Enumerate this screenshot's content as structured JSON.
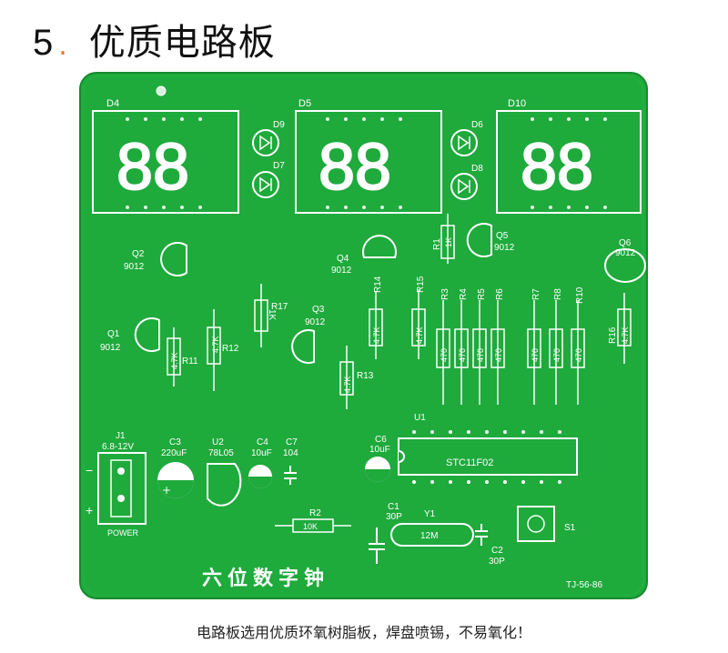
{
  "heading": {
    "number": "5",
    "title": "优质电路板"
  },
  "board": {
    "name_text": "六位数字钟",
    "version_text": "TJ-56-86",
    "colors": {
      "pcb": "#1faa3c",
      "pcb_edge": "#168a2e",
      "silk": "#ffffff",
      "pad": "#ffffff"
    },
    "displays": [
      {
        "ref": "D4",
        "digits": "88"
      },
      {
        "ref": "D5",
        "digits": "88"
      },
      {
        "ref": "D10",
        "digits": "88"
      }
    ],
    "leds": [
      "D9",
      "D7",
      "D6",
      "D8"
    ],
    "transistors": [
      {
        "ref": "Q1",
        "model": "9012"
      },
      {
        "ref": "Q2",
        "model": "9012"
      },
      {
        "ref": "Q3",
        "model": "9012"
      },
      {
        "ref": "Q4",
        "model": "9012"
      },
      {
        "ref": "Q5",
        "model": "9012"
      },
      {
        "ref": "Q6",
        "model": "9012"
      }
    ],
    "resistors": {
      "R1": "1K",
      "R2": "10K",
      "R11": "4.7K",
      "R12": "4.7K",
      "R13": "4.7K",
      "R14": "4.7K",
      "R15": "4.7K",
      "R16": "4.7K",
      "R17": "1K",
      "R3": "470",
      "R4": "470",
      "R5": "470",
      "R6": "470",
      "R7": "470",
      "R8": "470",
      "R10": "470"
    },
    "power": {
      "ref": "J1",
      "voltage": "6.8-12V",
      "label": "POWER"
    },
    "caps": {
      "C3": "220uF",
      "C4": "10uF",
      "C6": "10uF",
      "C7": "104",
      "C1": "30P",
      "C2": "30P"
    },
    "u2": {
      "ref": "U2",
      "model": "78L05"
    },
    "u1": {
      "ref": "U1",
      "model": "STC11F02"
    },
    "crystal": {
      "ref": "Y1",
      "value": "12M"
    },
    "switch": {
      "ref": "S1"
    }
  },
  "caption": "电路板选用优质环氧树脂板，焊盘喷锡，不易氧化！"
}
